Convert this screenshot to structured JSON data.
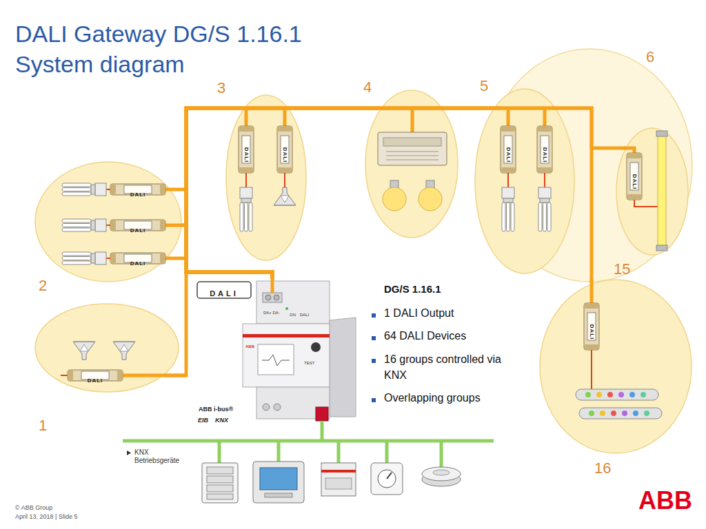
{
  "diagram": {
    "title": "DALI Gateway DG/S 1.16.1",
    "nodes": [
      {
        "text": [
          "6"
        ]
      },
      {
        "text": [
          "3"
        ]
      },
      {
        "text": [
          "4"
        ]
      },
      {
        "text": [
          "5"
        ]
      },
      {
        "text": [
          "2"
        ]
      },
      {
        "text": [
          "15"
        ]
      },
      {
        "text": [
          "1"
        ]
      },
      {
        "text": [
          "16"
        ]
      },
      {
        "text": [
          "DA+ DA-",
          "ON",
          "DALI",
          "TEST",
          "ABB"
        ]
      }
    ],
    "edges": [
      {
        "from": 8,
        "to": 6,
        "arrow": "none"
      },
      {
        "from": 8,
        "to": 4,
        "arrow": "none"
      },
      {
        "from": 8,
        "to": 1,
        "arrow": "none"
      },
      {
        "from": 8,
        "to": 2,
        "arrow": "none"
      },
      {
        "from": 8,
        "to": 3,
        "arrow": "none"
      },
      {
        "from": 8,
        "to": 0,
        "arrow": "none"
      },
      {
        "from": 8,
        "to": 5,
        "arrow": "none"
      },
      {
        "from": 8,
        "to": 7,
        "arrow": "none"
      }
    ],
    "labels": [
      "System diagram",
      "DALI",
      "DALI",
      "DALI",
      "DALI",
      "DALI",
      "DALI",
      "DALI",
      "DALI",
      "DALI",
      "DALI",
      "DALI",
      "DG/S 1.16.1",
      "1 DALI Output",
      "64 DALI Devices",
      "16 groups controlled via KNX",
      "Overlapping groups",
      "ABB i-bus®",
      "EIB",
      "KNX",
      "KNX Betriebsgeräte",
      "© ABB Group",
      "April 13, 2018 | Slide 5",
      "ABB"
    ]
  }
}
